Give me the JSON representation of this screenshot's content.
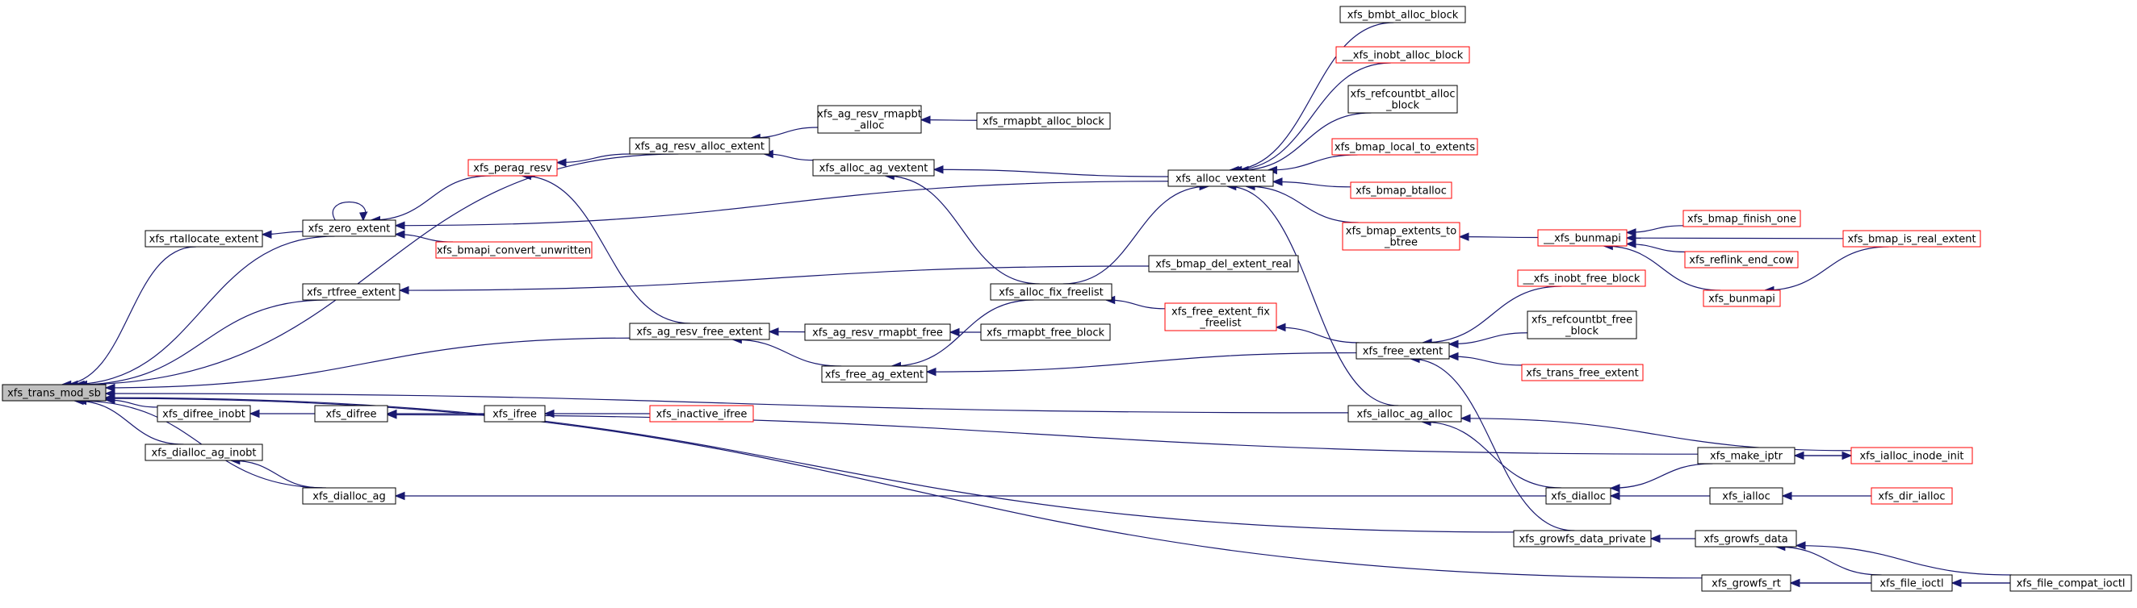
{
  "graph": {
    "type": "call-graph",
    "colors": {
      "edge": "#191970",
      "root_fill": "#bfbfbf",
      "root_border": "#000000",
      "documented_border": "#000000",
      "truncated_border": "#ff0000",
      "node_fill": "#ffffff",
      "text": "#000000"
    },
    "nodes": [
      {
        "id": "trans_mod_sb",
        "label": "xfs_trans_mod_sb",
        "style": "root"
      },
      {
        "id": "rtallocate_extent",
        "label": "xfs_rtallocate_extent",
        "style": "black"
      },
      {
        "id": "rtfree_extent",
        "label": "xfs_rtfree_extent",
        "style": "black"
      },
      {
        "id": "difree_inobt",
        "label": "xfs_difree_inobt",
        "style": "black"
      },
      {
        "id": "dialloc_ag_inobt",
        "label": "xfs_dialloc_ag_inobt",
        "style": "black"
      },
      {
        "id": "zero_extent",
        "label": "xfs_zero_extent",
        "style": "black"
      },
      {
        "id": "bmapi_convert_unwritten",
        "label": "xfs_bmapi_convert_unwritten",
        "style": "red"
      },
      {
        "id": "perag_resv",
        "label": "xfs_perag_resv",
        "style": "red"
      },
      {
        "id": "difree",
        "label": "xfs_difree",
        "style": "black"
      },
      {
        "id": "dialloc_ag",
        "label": "xfs_dialloc_ag",
        "style": "black"
      },
      {
        "id": "ag_resv_alloc_extent",
        "label": "xfs_ag_resv_alloc_extent",
        "style": "black"
      },
      {
        "id": "ag_resv_free_extent",
        "label": "xfs_ag_resv_free_extent",
        "style": "black"
      },
      {
        "id": "ifree",
        "label": "xfs_ifree",
        "style": "black"
      },
      {
        "id": "inactive_ifree",
        "label": "xfs_inactive_ifree",
        "style": "red"
      },
      {
        "id": "ag_resv_rmapbt_alloc",
        "label": "xfs_ag_resv_rmapbt\n_alloc",
        "style": "black"
      },
      {
        "id": "alloc_ag_vextent",
        "label": "xfs_alloc_ag_vextent",
        "style": "black"
      },
      {
        "id": "ag_resv_rmapbt_free",
        "label": "xfs_ag_resv_rmapbt_free",
        "style": "black"
      },
      {
        "id": "free_ag_extent",
        "label": "xfs_free_ag_extent",
        "style": "black"
      },
      {
        "id": "rmapbt_alloc_block",
        "label": "xfs_rmapbt_alloc_block",
        "style": "black"
      },
      {
        "id": "rmapbt_free_block",
        "label": "xfs_rmapbt_free_block",
        "style": "black"
      },
      {
        "id": "alloc_fix_freelist",
        "label": "xfs_alloc_fix_freelist",
        "style": "black"
      },
      {
        "id": "bmap_del_extent_real",
        "label": "xfs_bmap_del_extent_real",
        "style": "black"
      },
      {
        "id": "free_extent_fix_freelist",
        "label": "xfs_free_extent_fix\n_freelist",
        "style": "red"
      },
      {
        "id": "alloc_vextent",
        "label": "xfs_alloc_vextent",
        "style": "black"
      },
      {
        "id": "bmbt_alloc_block",
        "label": "xfs_bmbt_alloc_block",
        "style": "black"
      },
      {
        "id": "inobt_alloc_block",
        "label": "__xfs_inobt_alloc_block",
        "style": "red"
      },
      {
        "id": "refcountbt_alloc_block",
        "label": "xfs_refcountbt_alloc\n_block",
        "style": "black"
      },
      {
        "id": "bmap_local_to_extents",
        "label": "xfs_bmap_local_to_extents",
        "style": "red"
      },
      {
        "id": "bmap_btalloc",
        "label": "xfs_bmap_btalloc",
        "style": "red"
      },
      {
        "id": "bmap_extents_to_btree",
        "label": "xfs_bmap_extents_to\n_btree",
        "style": "red"
      },
      {
        "id": "free_extent",
        "label": "xfs_free_extent",
        "style": "black"
      },
      {
        "id": "ialloc_ag_alloc",
        "label": "xfs_ialloc_ag_alloc",
        "style": "black"
      },
      {
        "id": "dialloc",
        "label": "xfs_dialloc",
        "style": "black"
      },
      {
        "id": "growfs_data_private",
        "label": "xfs_growfs_data_private",
        "style": "black"
      },
      {
        "id": "inobt_free_block",
        "label": "__xfs_inobt_free_block",
        "style": "red"
      },
      {
        "id": "refcountbt_free_block",
        "label": "xfs_refcountbt_free\n_block",
        "style": "black"
      },
      {
        "id": "trans_free_extent",
        "label": "xfs_trans_free_extent",
        "style": "red"
      },
      {
        "id": "xbunmapi",
        "label": "__xfs_bunmapi",
        "style": "red"
      },
      {
        "id": "bmap_finish_one",
        "label": "xfs_bmap_finish_one",
        "style": "red"
      },
      {
        "id": "reflink_end_cow",
        "label": "xfs_reflink_end_cow",
        "style": "red"
      },
      {
        "id": "bunmapi",
        "label": "xfs_bunmapi",
        "style": "red"
      },
      {
        "id": "bmap_is_real_extent",
        "label": "xfs_bmap_is_real_extent",
        "style": "red"
      },
      {
        "id": "make_iptr",
        "label": "xfs_make_iptr",
        "style": "black"
      },
      {
        "id": "ialloc_inode_init",
        "label": "xfs_ialloc_inode_init",
        "style": "red"
      },
      {
        "id": "ialloc",
        "label": "xfs_ialloc",
        "style": "black"
      },
      {
        "id": "dir_ialloc",
        "label": "xfs_dir_ialloc",
        "style": "red"
      },
      {
        "id": "growfs_data",
        "label": "xfs_growfs_data",
        "style": "black"
      },
      {
        "id": "growfs_rt",
        "label": "xfs_growfs_rt",
        "style": "black"
      },
      {
        "id": "file_ioctl",
        "label": "xfs_file_ioctl",
        "style": "black"
      },
      {
        "id": "file_compat_ioctl",
        "label": "xfs_file_compat_ioctl",
        "style": "black"
      }
    ],
    "edges": [
      [
        "rtallocate_extent",
        "trans_mod_sb"
      ],
      [
        "rtfree_extent",
        "trans_mod_sb"
      ],
      [
        "difree_inobt",
        "trans_mod_sb"
      ],
      [
        "dialloc_ag_inobt",
        "trans_mod_sb"
      ],
      [
        "zero_extent",
        "trans_mod_sb"
      ],
      [
        "dialloc_ag",
        "trans_mod_sb"
      ],
      [
        "ag_resv_alloc_extent",
        "trans_mod_sb"
      ],
      [
        "ag_resv_free_extent",
        "trans_mod_sb"
      ],
      [
        "ialloc_ag_alloc",
        "trans_mod_sb"
      ],
      [
        "growfs_data_private",
        "trans_mod_sb"
      ],
      [
        "growfs_rt",
        "trans_mod_sb"
      ],
      [
        "zero_extent",
        "rtallocate_extent"
      ],
      [
        "bmap_del_extent_real",
        "rtfree_extent"
      ],
      [
        "difree",
        "difree_inobt"
      ],
      [
        "dialloc_ag",
        "dialloc_ag_inobt"
      ],
      [
        "zero_extent",
        "zero_extent"
      ],
      [
        "bmapi_convert_unwritten",
        "zero_extent"
      ],
      [
        "perag_resv",
        "zero_extent"
      ],
      [
        "alloc_vextent",
        "zero_extent"
      ],
      [
        "ag_resv_alloc_extent",
        "perag_resv"
      ],
      [
        "ag_resv_free_extent",
        "perag_resv"
      ],
      [
        "ifree",
        "difree"
      ],
      [
        "make_iptr",
        "difree"
      ],
      [
        "dialloc",
        "dialloc_ag"
      ],
      [
        "ag_resv_rmapbt_alloc",
        "ag_resv_alloc_extent"
      ],
      [
        "alloc_ag_vextent",
        "ag_resv_alloc_extent"
      ],
      [
        "ag_resv_rmapbt_free",
        "ag_resv_free_extent"
      ],
      [
        "free_ag_extent",
        "ag_resv_free_extent"
      ],
      [
        "inactive_ifree",
        "ifree"
      ],
      [
        "rmapbt_alloc_block",
        "ag_resv_rmapbt_alloc"
      ],
      [
        "alloc_vextent",
        "alloc_ag_vextent"
      ],
      [
        "alloc_fix_freelist",
        "alloc_ag_vextent"
      ],
      [
        "rmapbt_free_block",
        "ag_resv_rmapbt_free"
      ],
      [
        "alloc_fix_freelist",
        "free_ag_extent"
      ],
      [
        "free_extent",
        "free_ag_extent"
      ],
      [
        "free_extent_fix_freelist",
        "alloc_fix_freelist"
      ],
      [
        "alloc_fix_freelist",
        "alloc_vextent"
      ],
      [
        "bunmapi_dummy",
        "bmap_del_extent_real"
      ],
      [
        "free_extent",
        "free_extent_fix_freelist"
      ],
      [
        "bmbt_alloc_block",
        "alloc_vextent"
      ],
      [
        "inobt_alloc_block",
        "alloc_vextent"
      ],
      [
        "refcountbt_alloc_block",
        "alloc_vextent"
      ],
      [
        "bmap_local_to_extents",
        "alloc_vextent"
      ],
      [
        "bmap_btalloc",
        "alloc_vextent"
      ],
      [
        "bmap_extents_to_btree",
        "alloc_vextent"
      ],
      [
        "ialloc_ag_alloc",
        "alloc_vextent"
      ],
      [
        "xbunmapi",
        "bmap_extents_to_btree"
      ],
      [
        "inobt_free_block",
        "free_extent"
      ],
      [
        "refcountbt_free_block",
        "free_extent"
      ],
      [
        "trans_free_extent",
        "free_extent"
      ],
      [
        "growfs_data_private",
        "free_extent"
      ],
      [
        "dialloc",
        "ialloc_ag_alloc"
      ],
      [
        "ialloc_inode_init",
        "ialloc_ag_alloc"
      ],
      [
        "make_iptr",
        "dialloc"
      ],
      [
        "ialloc",
        "dialloc"
      ],
      [
        "growfs_data",
        "growfs_data_private"
      ],
      [
        "bmap_finish_one",
        "xbunmapi"
      ],
      [
        "reflink_end_cow",
        "xbunmapi"
      ],
      [
        "bunmapi",
        "xbunmapi"
      ],
      [
        "bmap_is_real_extent",
        "xbunmapi"
      ],
      [
        "bmap_is_real_extent",
        "bunmapi"
      ],
      [
        "ialloc_inode_init",
        "make_iptr"
      ],
      [
        "make_iptr",
        "ialloc_inode_init"
      ],
      [
        "dir_ialloc",
        "ialloc"
      ],
      [
        "file_ioctl",
        "growfs_data"
      ],
      [
        "file_compat_ioctl",
        "growfs_data"
      ],
      [
        "file_ioctl",
        "growfs_rt"
      ],
      [
        "file_compat_ioctl",
        "growfs_rt"
      ],
      [
        "file_compat_ioctl",
        "file_ioctl"
      ]
    ]
  }
}
